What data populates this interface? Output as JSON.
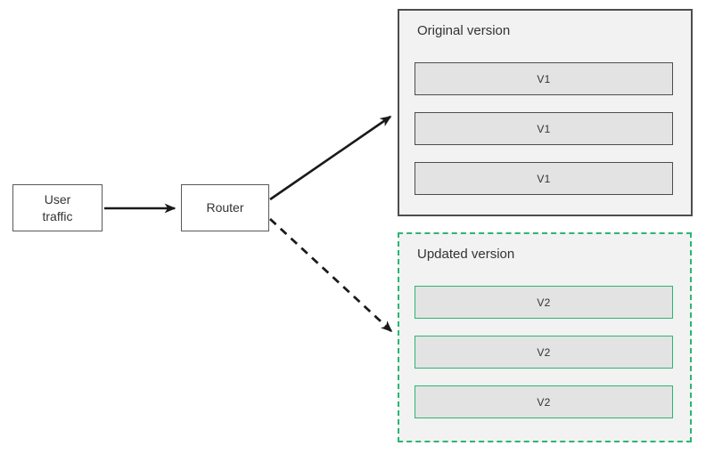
{
  "diagram": {
    "nodes": {
      "user_traffic": {
        "label": "User traffic"
      },
      "router": {
        "label": "Router"
      }
    },
    "groups": {
      "original": {
        "title": "Original version",
        "instances": [
          "V1",
          "V1",
          "V1"
        ]
      },
      "updated": {
        "title": "Updated version",
        "instances": [
          "V2",
          "V2",
          "V2"
        ]
      }
    },
    "edges": {
      "user_to_router": {
        "style": "solid"
      },
      "router_to_original": {
        "style": "solid"
      },
      "router_to_updated": {
        "style": "dashed"
      }
    },
    "colors": {
      "accent_green": "#2bb673",
      "border_dark": "#4d4d4d",
      "node_border": "#595959",
      "group_fill": "#f2f2f2",
      "instance_fill": "#e3e3e3",
      "arrow": "#1a1a1a",
      "text": "#333333",
      "background": "#ffffff"
    }
  }
}
